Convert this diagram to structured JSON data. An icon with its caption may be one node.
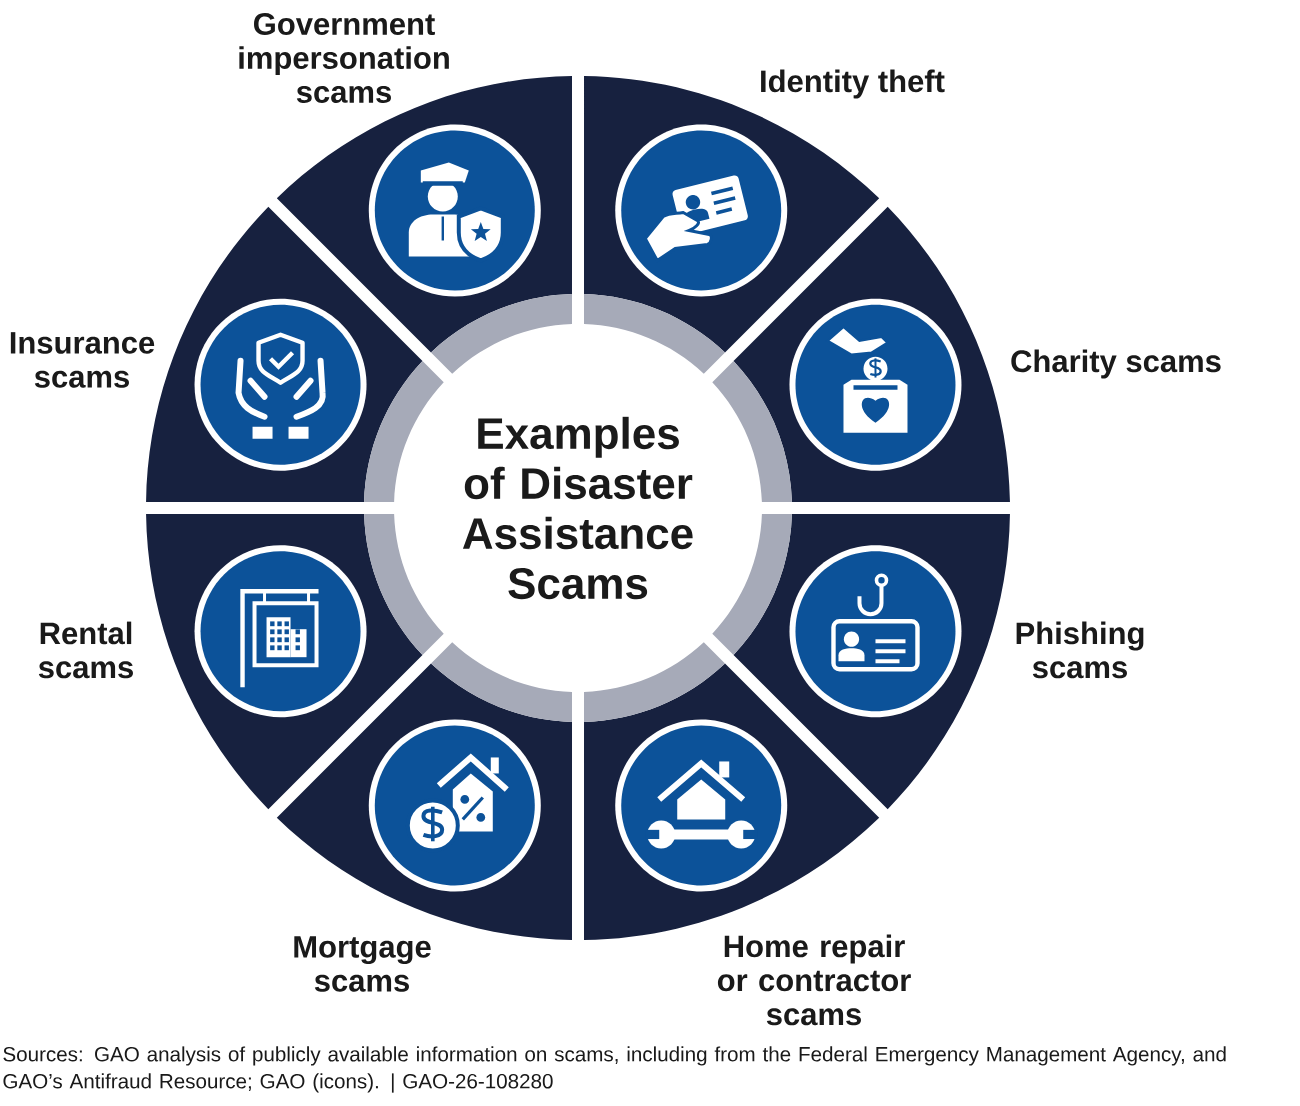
{
  "diagram": {
    "nodes": [
      {
        "text": [
          "Examples of Disaster Assistance Scams"
        ]
      },
      {
        "text": [
          "Government impersonation scams"
        ]
      },
      {
        "text": [
          "Identity theft"
        ]
      },
      {
        "text": [
          "Charity scams"
        ]
      },
      {
        "text": [
          "Phishing scams"
        ]
      },
      {
        "text": [
          "Home repair or contractor scams"
        ]
      },
      {
        "text": [
          "Mortgage scams"
        ]
      },
      {
        "text": [
          "Rental scams"
        ]
      },
      {
        "text": [
          "Insurance scams"
        ]
      }
    ],
    "labels": [
      "Sources: GAO analysis of publicly available information on scams, including from the Federal Emergency Management Agency, and GAO’s Antifraud Resource; GAO (icons). | GAO-26-108280"
    ]
  }
}
